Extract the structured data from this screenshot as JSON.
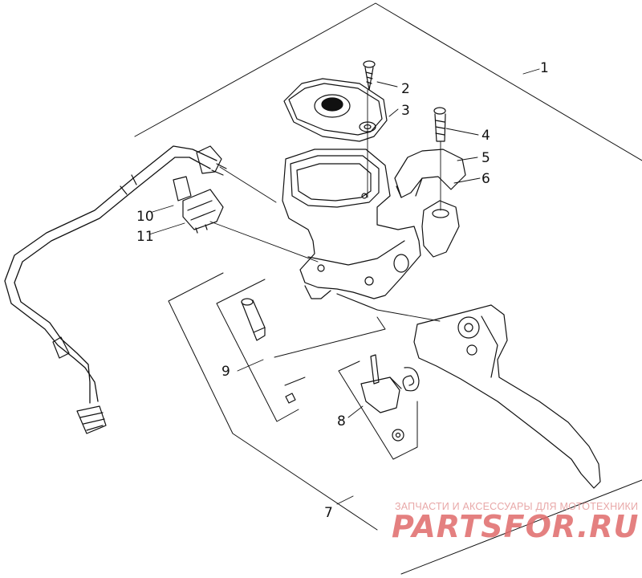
{
  "callouts": [
    {
      "id": "1",
      "label": "1"
    },
    {
      "id": "2",
      "label": "2"
    },
    {
      "id": "3",
      "label": "3"
    },
    {
      "id": "4",
      "label": "4"
    },
    {
      "id": "5",
      "label": "5"
    },
    {
      "id": "6",
      "label": "6"
    },
    {
      "id": "7",
      "label": "7"
    },
    {
      "id": "8",
      "label": "8"
    },
    {
      "id": "9",
      "label": "9"
    },
    {
      "id": "10",
      "label": "10"
    },
    {
      "id": "11",
      "label": "11"
    }
  ],
  "watermark": {
    "tagline": "ЗАПЧАСТИ И АКСЕССУАРЫ ДЛЯ МОТОТЕХНИКИ",
    "brand": "PARTSFOR.RU",
    "tagline_color": "#e8a8a8",
    "brand_color": "#e06a6a"
  },
  "colors": {
    "line": "#111111",
    "background": "#ffffff"
  }
}
